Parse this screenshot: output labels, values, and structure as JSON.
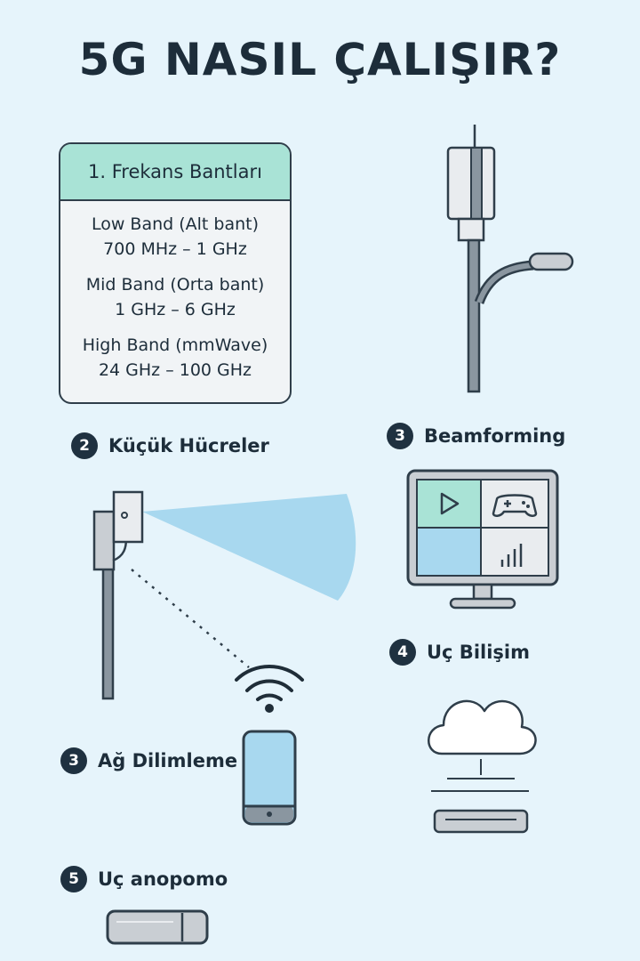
{
  "title": "5G NASIL ÇALIŞIR?",
  "frequency_card": {
    "heading": "1. Frekans Bantları",
    "bands": [
      {
        "name": "Low Band (Alt bant)",
        "range": "700 MHz – 1 GHz"
      },
      {
        "name": "Mid Band (Orta bant)",
        "range": "1 GHz – 6 GHz"
      },
      {
        "name": "High Band (mmWave)",
        "range": "24 GHz – 100 GHz"
      }
    ]
  },
  "sections": {
    "small_cells": {
      "number": "2",
      "label": "Küçük Hücreler"
    },
    "beamforming": {
      "number": "3",
      "label": "Beamforming"
    },
    "network_slicing": {
      "number": "3",
      "label": "Ağ Dilimleme"
    },
    "edge_computing": {
      "number": "4",
      "label": "Uç Bilişim"
    },
    "edge_other": {
      "number": "5",
      "label": "Uç anopomo"
    }
  },
  "colors": {
    "background": "#e6f4fb",
    "dark": "#2f3e4a",
    "mint": "#a9e3d6",
    "sky": "#a8d8ef",
    "gray": "#c9ced3"
  }
}
